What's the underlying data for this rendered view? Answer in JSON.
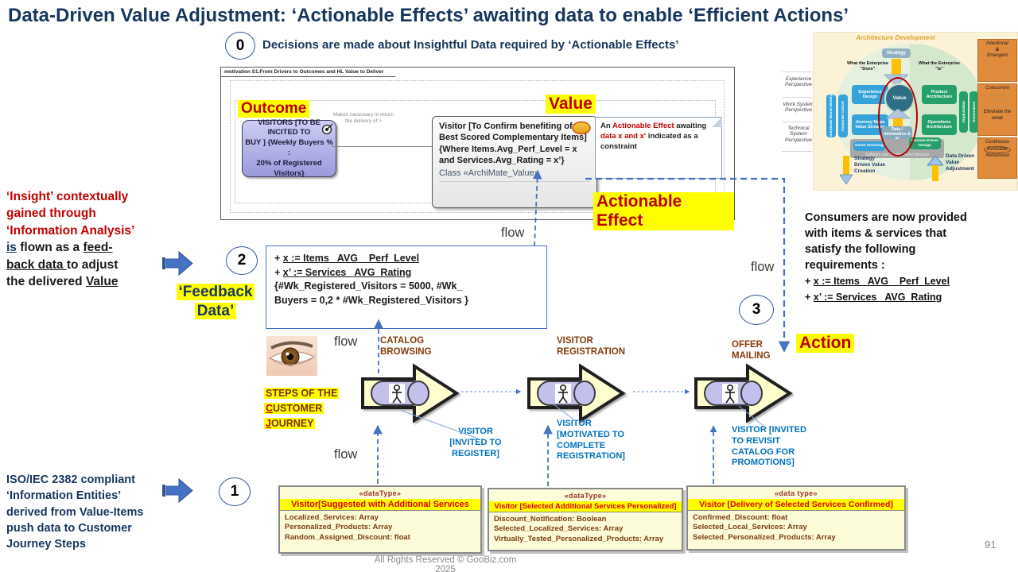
{
  "slide": {
    "title": "Data-Driven Value Adjustment: ‘Actionable Effects’ awaiting data to enable ‘Efficient Actions’",
    "footer": "All Rights Reserved © GooBiz.com 2025",
    "page_number": "91"
  },
  "colors": {
    "navy": "#17365D",
    "red": "#C00000",
    "highlight": "#FFFF00",
    "blue_label": "#0070C0",
    "brown_label": "#843C0C",
    "connector_blue": "#4472C4"
  },
  "step0": {
    "number": "0",
    "text": "Decisions are made about Insightful Data required by ‘Actionable Effects’"
  },
  "step1": {
    "number": "1"
  },
  "step2": {
    "number": "2"
  },
  "step3": {
    "number": "3"
  },
  "motivation": {
    "tab": "motivation S1.From Drivers to Outcomes and HL Value to Deliver",
    "outcome_label": "Outcome",
    "value_label": "Value",
    "actionable_label": "Actionable Effect",
    "goal_l1": "VISITORS [TO BE INCITED TO",
    "goal_l2": "BUY ] {Weekly Buyers % :",
    "goal_l3": "20% of Registered Visitors}",
    "relation": "Makes necessary in return the delivery of >",
    "value_l1": "Visitor [To Confirm benefiting of",
    "value_l2": "Best Scored Complementary Items]",
    "value_l3": "{Where Items.Avg_Perf_Level = x",
    "value_l4": "and Services.Avg_Rating = x’}",
    "value_class": "Class «ArchiMate_Value»",
    "note": {
      "p1": "An ",
      "p2": "Actionable Effect",
      "p3": " awaiting",
      "p4": "data x and x'",
      "p5": " indicated as a",
      "p6": "constraint"
    }
  },
  "insight": {
    "r1": "‘Insight’ contextually",
    "r2": "gained through",
    "r3": "‘Information Analysis’",
    "l4a": "is",
    "l4b": " flown as a ",
    "l4c": "feed-",
    "l5a": "back data ",
    "l5b": "to adjust",
    "l6a": "the delivered ",
    "l6b": "Value"
  },
  "feedback": {
    "label_l1": "‘Feedback",
    "label_l2": "Data’",
    "p1": "+ ",
    "u1": "x := Items_ AVG__Perf_Level",
    "p2": "+ ",
    "u2": "x’ := Services_ AVG_Rating",
    "l3": "{#Wk_Registered_Visitors = 5000, #Wk_",
    "l4": "Buyers = 0,2 * #Wk_Registered_Visitors }"
  },
  "flows": {
    "f1": "flow",
    "f2": "flow",
    "f3": "flow",
    "f4": "flow"
  },
  "journey": {
    "steps_l1": "STEPS OF THE",
    "steps_l2a": "C",
    "steps_l2b": "USTOMER",
    "steps_l3a": "J",
    "steps_l3b": "OURNEY",
    "s1_name_l1": "CATALOG",
    "s1_name_l2": "BROWSING",
    "s2_name_l1": "VISITOR",
    "s2_name_l2": "REGISTRATION",
    "s3_name_l1": "OFFER",
    "s3_name_l2": "MAILING",
    "action_label": "Action",
    "v1_l1": "VISITOR",
    "v1_l2": "[INVITED TO",
    "v1_l3": "REGISTER]",
    "v2_l1": "VISITOR",
    "v2_l2": "[MOTIVATED TO",
    "v2_l3": "COMPLETE",
    "v2_l4": "REGISTRATION]",
    "v3_l1": "VISITOR [INVITED",
    "v3_l2": "TO REVISIT",
    "v3_l3": "CATALOG FOR",
    "v3_l4": "PROMOTIONS]"
  },
  "consumers": {
    "l1": "Consumers are now provided",
    "l2": "with items & services that",
    "l3": "satisfy the following",
    "l4": "requirements :",
    "p1": "+ ",
    "u1": "x := Items_ AVG__Perf_Level",
    "p2": "+ ",
    "u2": "x’ := Services_ AVG_Rating"
  },
  "iso": {
    "l1": "ISO/IEC 2382 compliant",
    "l2": "‘Information Entities’",
    "l3": "derived from Value-Items",
    "l4": "push data to Customer",
    "l5": "Journey Steps"
  },
  "datatypes": [
    {
      "stereotype": "«dataType»",
      "title": "Visitor[Suggested with Additional  Services",
      "attrs": [
        "Localized_Services: Array",
        "Personalized_Products: Array",
        "Random_Assigned_Discount: float"
      ]
    },
    {
      "stereotype": "«dataType»",
      "title": "Visitor [Selected Additional  Services Personalized]",
      "attrs": [
        "Discount_Notification: Boolean",
        "Selected_Localized_Services: Array",
        "Virtually_Tested_Personalized_Products: Array"
      ]
    },
    {
      "stereotype": "«data type»",
      "title": "Visitor [Delivery of Selected Services Confirmed]",
      "attrs": [
        "Confirmed_Discount: float",
        "Selected_Local_Services: Array",
        "Selected_Personalized_Products: Array"
      ]
    }
  ],
  "architecture": {
    "title": "Architecture Development",
    "strategy": "Strategy",
    "does": "What the Enterprise \"Does\"",
    "is_lbl": "What the Enterprise \"Is\"",
    "value": "Value",
    "experience_design": "Experience Design",
    "journey_maps": "Journey Maps Value Streams",
    "corporate_brand": "Corporate Brand Identity",
    "corporate_culture": "Corporate Culture",
    "product_architecture": "Product Architecture",
    "operations_architecture": "Operations Architecture",
    "organization": "Organization",
    "governance": "Governance",
    "event_storming": "Event Storming",
    "domain_driven": "Domain-Driven Design",
    "software_hw": "Software and Hardware  Architecture",
    "data_info": "Data / Information & AI",
    "persp1": "Experience Perspective",
    "persp2": "Work System Perspective",
    "persp3": "Technical System Perspective",
    "bottom_left": "Strategy Driven Value Creation",
    "bottom_right": "Data Driven Value Adjustment",
    "panel1_l1": "Intentional",
    "panel1_l2": "&",
    "panel1_l3": "Emergent",
    "panel2_top": "Concurrent",
    "panel2_arrows": "→ → →",
    "panel2_bottom": "Eliminate the weak",
    "panel3_l1": "Continuous",
    "panel3_l2": "Evolvable",
    "panel3_l3": "Refactored"
  }
}
